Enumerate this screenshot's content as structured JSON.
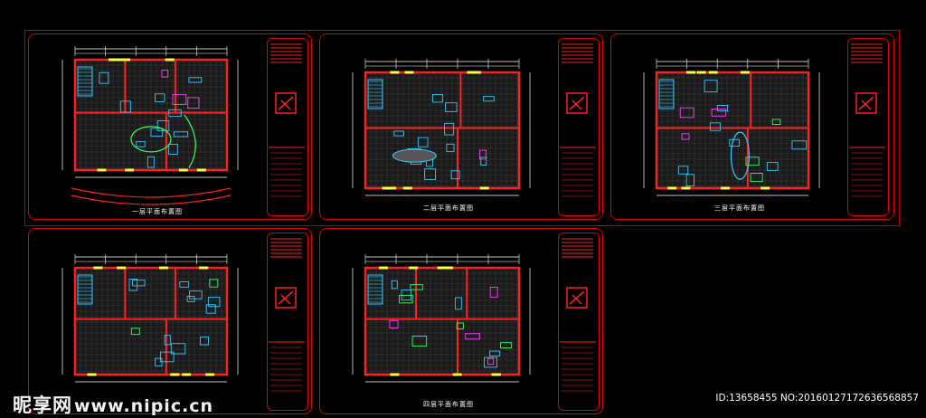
{
  "sheets": [
    {
      "title": "一层平面布置图"
    },
    {
      "title": "二层平面布置图"
    },
    {
      "title": "三层平面布置图"
    },
    {
      "title": ""
    },
    {
      "title": "四层平面布置图"
    }
  ],
  "watermark": {
    "logo_text": "昵享网",
    "site": "www.nipic.cn"
  },
  "image_id": "ID:13658455 NO:20160127172636568857",
  "colors": {
    "background": "#000000",
    "frame": "#e00000",
    "wall": "#ff2020",
    "furniture": "#30c8ff",
    "dimension": "#ffffff",
    "accent": "#ffff40",
    "magenta": "#ff40ff",
    "green": "#30ff60"
  }
}
